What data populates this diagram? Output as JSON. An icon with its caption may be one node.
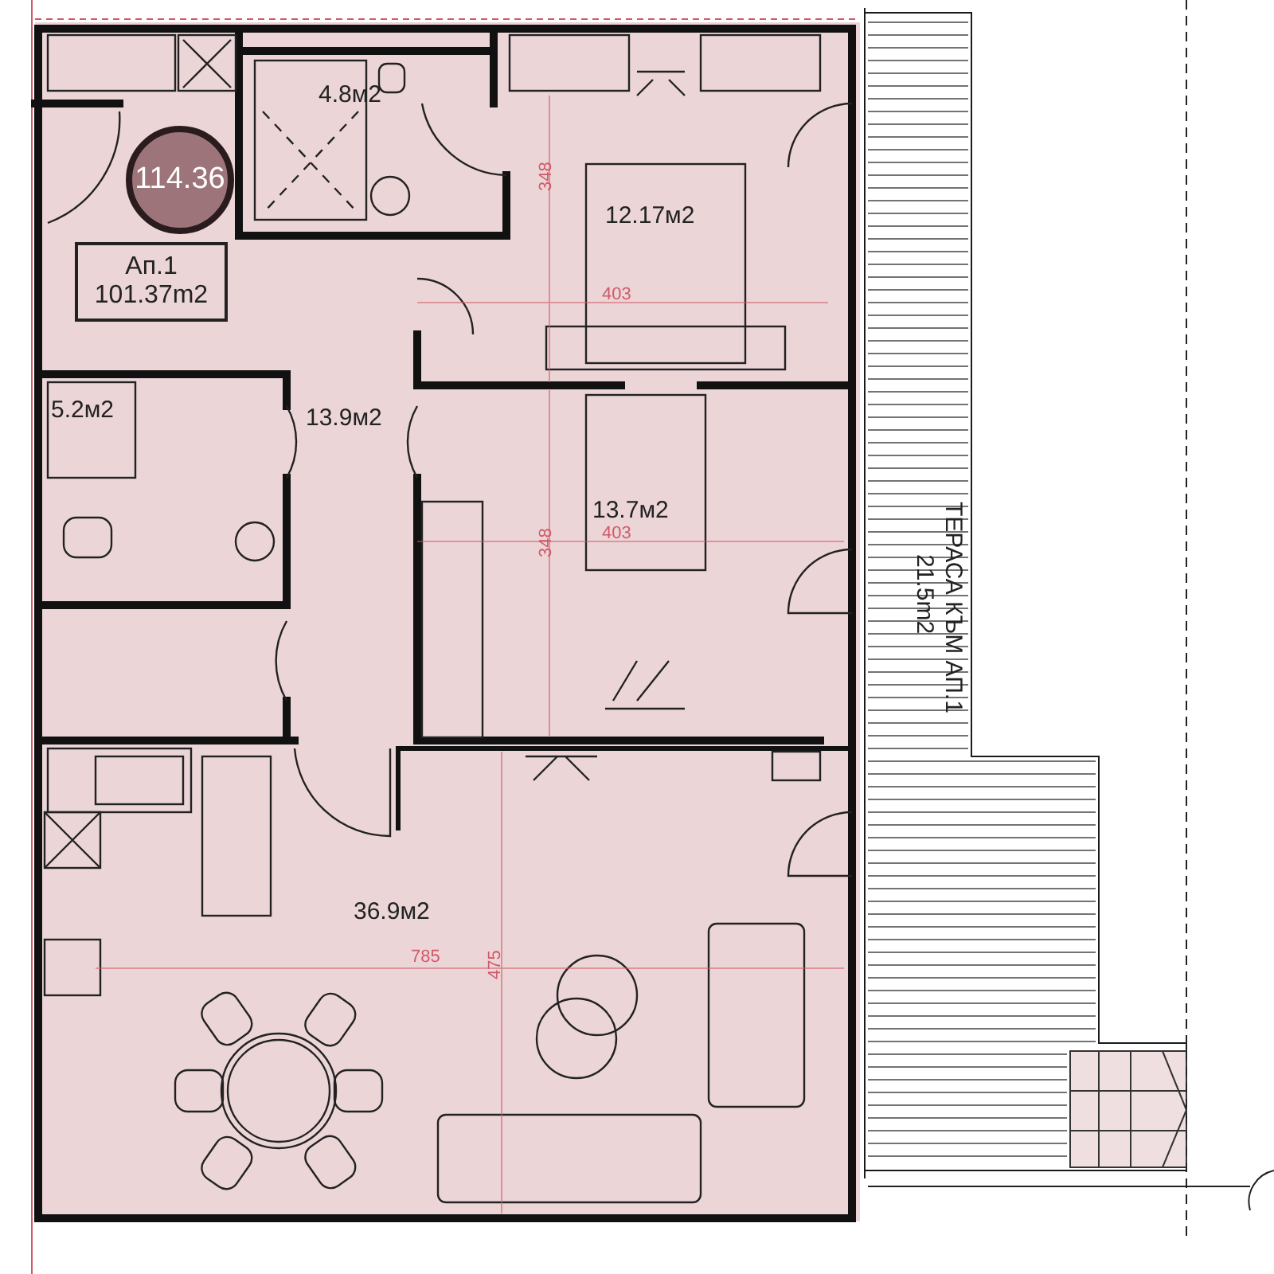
{
  "diagram": {
    "nodes": [
      {
        "text": [
          "114.36"
        ]
      },
      {
        "text": [
          "Ап.1 101.37m2"
        ]
      }
    ],
    "edges": [],
    "labels": [
      "4.8м2",
      "12.17м2",
      "348",
      "403",
      "5.2м2",
      "13.9м2",
      "13.7м2",
      "403",
      "348",
      "36.9м2",
      "785",
      "475",
      "ТЕРАСА КЪМ АП.1",
      "21.5m2"
    ]
  }
}
